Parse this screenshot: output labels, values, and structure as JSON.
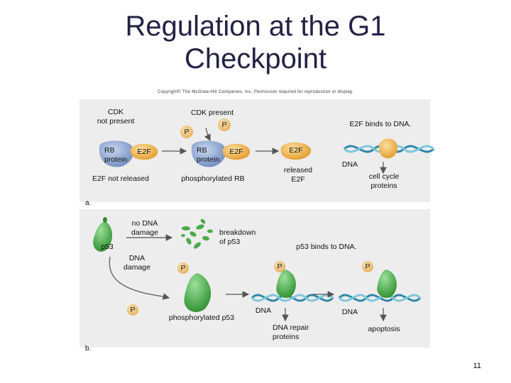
{
  "slide": {
    "title_line1": "Regulation at the G1",
    "title_line2": "Checkpoint",
    "copyright": "Copyright© The McGraw-Hill Companies, Inc. Permission required for reproduction or display.",
    "page_number": "11"
  },
  "panel_a": {
    "letter": "a.",
    "cdk_not_present": "CDK\nnot present",
    "cdk_present": "CDK present",
    "phosphate": "P",
    "rb_protein": "RB\nprotein",
    "e2f": "E2F",
    "e2f_not_released": "E2F not released",
    "phosphorylated_rb": "phosphorylated RB",
    "released_e2f": "released\nE2F",
    "e2f_binds_dna": "E2F binds to DNA.",
    "dna": "DNA",
    "cell_cycle_proteins": "cell cycle\nproteins"
  },
  "panel_b": {
    "letter": "b.",
    "p53": "p53",
    "no_dna_damage": "no DNA\ndamage",
    "breakdown_of_p53": "breakdown\nof p53",
    "dna_damage": "DNA\ndamage",
    "phosphate": "P",
    "phosphorylated_p53": "phosphorylated p53",
    "p53_binds_dna": "p53 binds to DNA.",
    "dna": "DNA",
    "dna_repair_proteins": "DNA repair\nproteins",
    "apoptosis": "apoptosis"
  },
  "colors": {
    "panel_bg": "#ededed",
    "e2f_orange": "#f0b040",
    "rb_blue": "#8fa8d0",
    "p53_green": "#3aa53a",
    "phosphate_yellow": "#f6e08a",
    "dna_teal": "#3a9ab0",
    "title_navy": "#222244"
  }
}
